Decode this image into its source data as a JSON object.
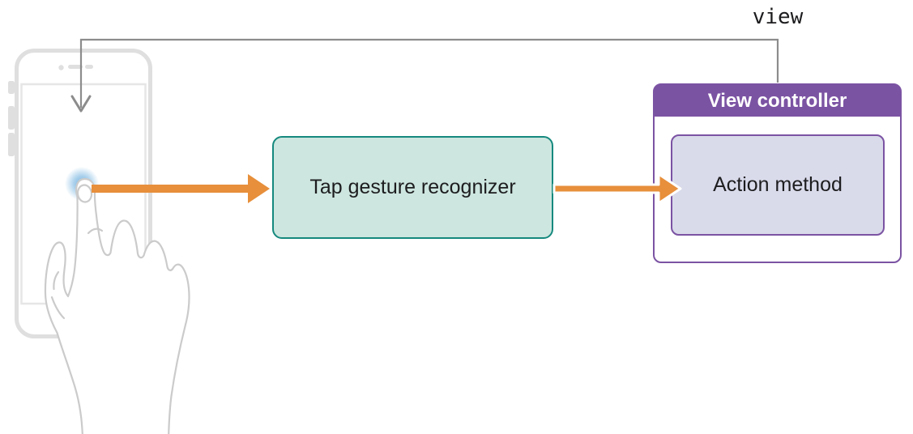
{
  "labels": {
    "view_property": "view"
  },
  "boxes": {
    "tap_gesture": {
      "label": "Tap gesture recognizer"
    },
    "view_controller": {
      "title": "View controller",
      "action_method_label": "Action method"
    }
  },
  "icons": {
    "phone": "iphone-outline-illustration",
    "hand": "tapping-hand-icon",
    "touch": "touch-point-indicator",
    "arrow_down": "arrow-down-icon",
    "arrows_right": "flow-arrow-right-icon"
  },
  "colors": {
    "canvas-bg": "#ffffff",
    "orange-arrow": "#e78f3b",
    "teal-border": "#15897e",
    "teal-fill": "#cde6df",
    "purple": "#7b53a3",
    "lavender-fill": "#d9daea",
    "text-dark": "#1d1d1f",
    "connector-gray": "#8c8c8c",
    "phone-gray": "#dfdfdf",
    "phone-gray-light": "#e6e6e6",
    "hand-gray": "#cbcbcb",
    "touch-blue": "#62a9dc"
  }
}
